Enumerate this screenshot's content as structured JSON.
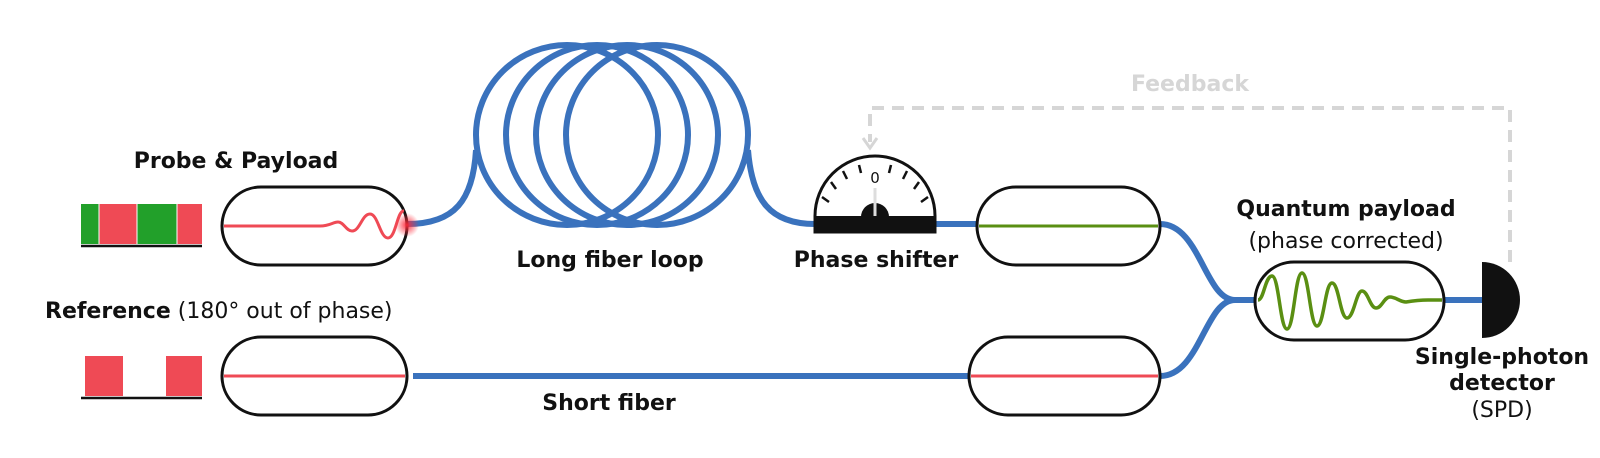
{
  "labels": {
    "probe_payload": "Probe & Payload",
    "reference_bold": "Reference",
    "reference_rest": " (180° out of phase)",
    "long_fiber_loop": "Long fiber loop",
    "phase_shifter": "Phase shifter",
    "phase_zero": "0",
    "feedback": "Feedback",
    "quantum_payload": "Quantum payload",
    "phase_corrected": "(phase corrected)",
    "short_fiber": "Short fiber",
    "spd_line1": "Single-photon",
    "spd_line2": "detector",
    "spd_line3": "(SPD)"
  },
  "colors": {
    "fiber": "#3a72bd",
    "pulse_red": "#ef4a55",
    "pulse_green": "#22a02a",
    "wave_green": "#5a8f12",
    "feedback": "#d6d6d6",
    "outline": "#111111"
  },
  "pulse_trains": {
    "probe_payload": [
      "green",
      "red",
      "green",
      "red"
    ],
    "reference": [
      "red",
      "gap",
      "red"
    ]
  },
  "phase_gauge": {
    "reading": 0
  }
}
